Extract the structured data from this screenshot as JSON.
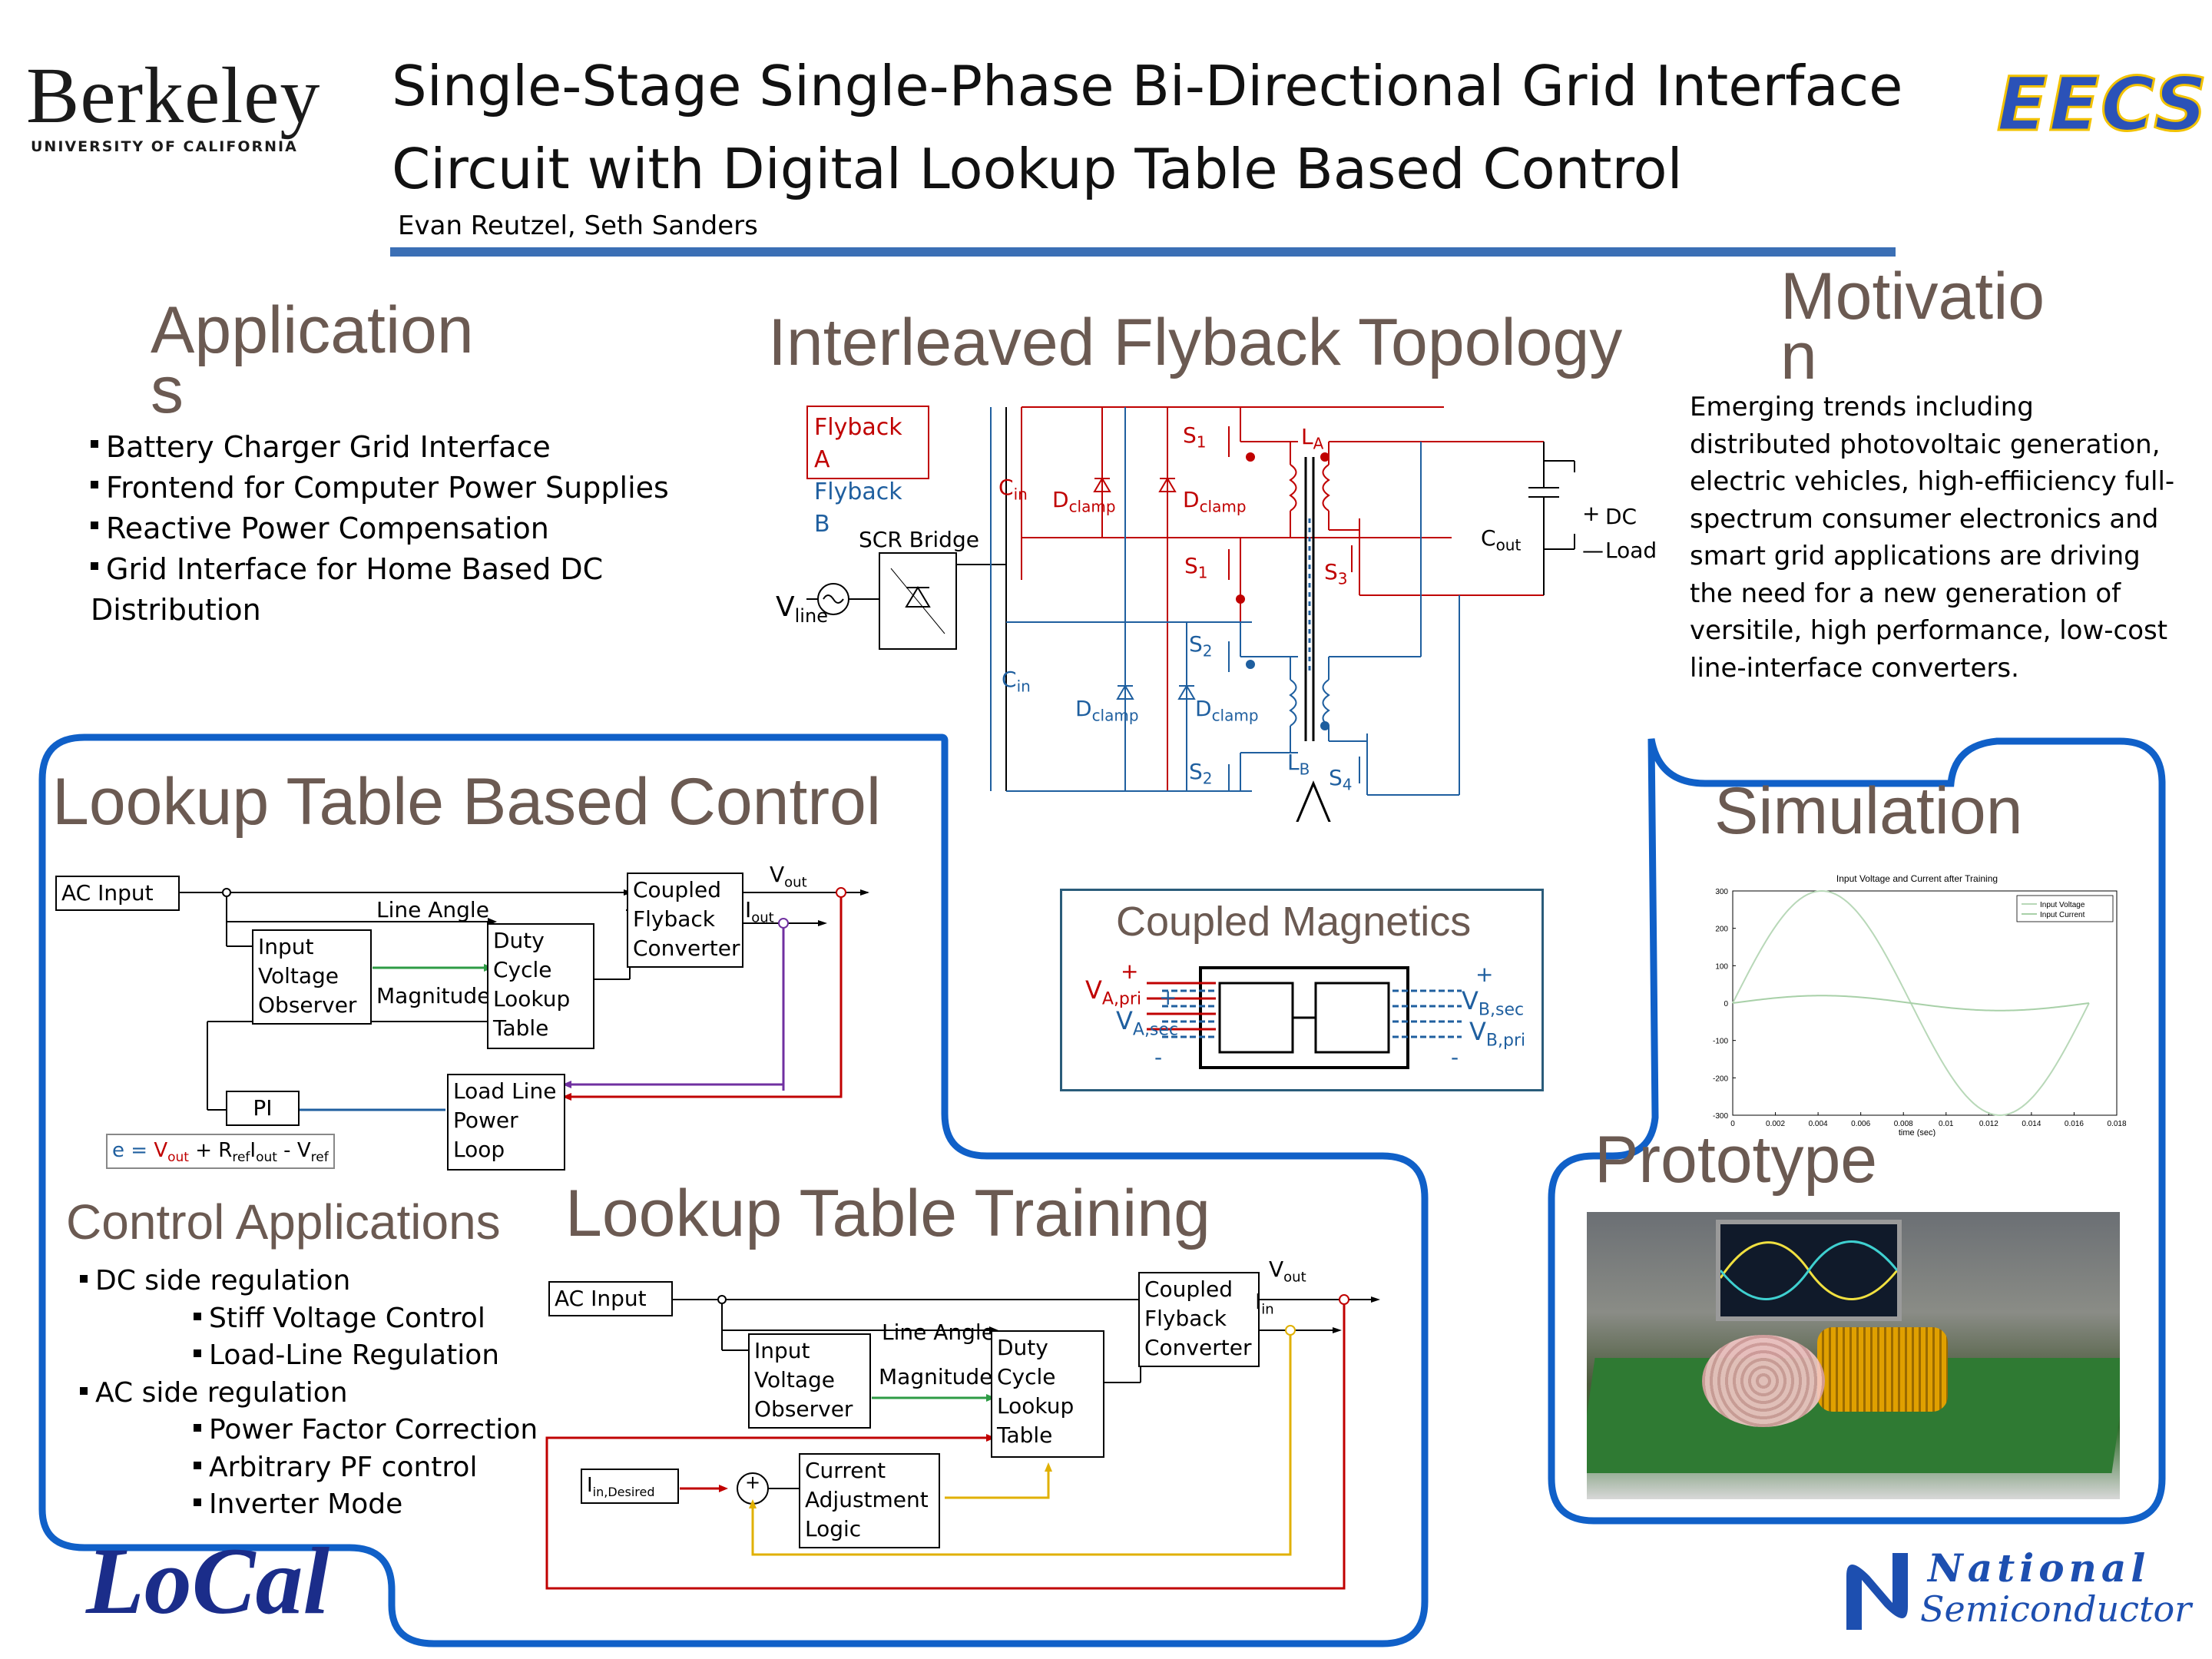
{
  "header": {
    "berkeley": "Berkeley",
    "uc": "UNIVERSITY OF CALIFORNIA",
    "title_line1": "Single-Stage Single-Phase Bi-Directional Grid Interface",
    "title_line2": "Circuit with Digital Lookup Table Based Control",
    "authors": "Evan Reutzel, Seth Sanders",
    "eecs": "EECS",
    "accent": "#3b6fb5"
  },
  "applications": {
    "title_a": "Application",
    "title_b": "s",
    "items": [
      "Battery Charger Grid Interface",
      "Frontend for Computer Power Supplies",
      "Reactive Power Compensation",
      "Grid Interface for Home Based DC"
    ],
    "tail": "Distribution"
  },
  "topology": {
    "title": "Interleaved Flyback Topology",
    "legend_a": "Flyback A",
    "legend_b": "Flyback B",
    "scr": "SCR Bridge",
    "vline": "V",
    "vline_sub": "line",
    "cin": "C",
    "cin_sub": "in",
    "d": "D",
    "d_sub": "clamp",
    "s1": "S",
    "s1_sub": "1",
    "s2": "S",
    "s2_sub": "2",
    "s3": "S",
    "s3_sub": "3",
    "s4": "S",
    "s4_sub": "4",
    "la": "L",
    "la_sub": "A",
    "lb": "L",
    "lb_sub": "B",
    "cout": "C",
    "cout_sub": "out",
    "dc": "DC",
    "load": "Load",
    "plus": "+",
    "minus": "—",
    "red": "#c00000",
    "blue": "#1f5f9f"
  },
  "magnetics": {
    "title": "Coupled Magnetics",
    "vapri": "V",
    "vapri_sub": "A,pri",
    "vasec": "V",
    "vasec_sub": "A,sec",
    "vbsec": "V",
    "vbsec_sub": "B,sec",
    "vbpri": "V",
    "vbpri_sub": "B,pri",
    "plus": "+",
    "minus": "-"
  },
  "motivation": {
    "title_a": "Motivatio",
    "title_b": "n",
    "body": "Emerging trends including distributed photovoltaic generation, electric vehicles, high-effiiciency full-spectrum consumer electronics and smart grid applications are driving the need for a new generation of versitile, high performance, low-cost line-interface converters."
  },
  "lookup_control": {
    "title": "Lookup Table Based Control",
    "ac_input": "AC Input",
    "line_angle": "Line Angle",
    "observer": [
      "Input",
      "Voltage",
      "Observer"
    ],
    "magnitude": "Magnitude",
    "duty": [
      "Duty",
      "Cycle",
      "Lookup",
      "Table"
    ],
    "flyback": [
      "Coupled",
      "Flyback",
      "Converter"
    ],
    "vout": "V",
    "vout_sub": "out",
    "iout": "I",
    "iout_sub": "out",
    "pi": "PI",
    "loadline": [
      "Load Line",
      "Power",
      "Loop"
    ],
    "eq_e": "e = ",
    "eq_v": "V",
    "eq_vsub": "out",
    "eq_plus": " + R",
    "eq_rsub": "ref",
    "eq_i": "I",
    "eq_isub": "out",
    "eq_minus": " - V",
    "eq_refsub": "ref"
  },
  "control_apps": {
    "title": "Control Applications",
    "dc": "DC side regulation",
    "dc_items": [
      "Stiff Voltage Control",
      "Load-Line Regulation"
    ],
    "ac": "AC side regulation",
    "ac_items": [
      "Power Factor Correction",
      "Arbitrary PF control",
      "Inverter Mode"
    ]
  },
  "training": {
    "title": "Lookup Table Training",
    "ac_input": "AC Input",
    "line_angle": "Line Angle",
    "observer": [
      "Input",
      "Voltage",
      "Observer"
    ],
    "magnitude": "Magnitude",
    "duty": [
      "Duty",
      "Cycle",
      "Lookup",
      "Table"
    ],
    "flyback": [
      "Coupled",
      "Flyback",
      "Converter"
    ],
    "vout": "V",
    "vout_sub": "out",
    "iin": "I",
    "iin_sub": "in",
    "idesired": "I",
    "idesired_sub": "in,Desired",
    "sum": "+",
    "current": [
      "Current",
      "Adjustment",
      "Logic"
    ]
  },
  "simulation": {
    "title": "Simulation"
  },
  "prototype": {
    "title": "Prototype"
  },
  "footer": {
    "local": "LoCal",
    "national": "National",
    "semiconductor": "Semiconductor"
  },
  "chart_data": {
    "type": "line",
    "title": "Input Voltage and Current after Training",
    "xlabel": "time (sec)",
    "ylabel": "",
    "xlim": [
      0,
      0.018
    ],
    "ylim": [
      -300,
      300
    ],
    "x_ticks": [
      0,
      0.002,
      0.004,
      0.006,
      0.008,
      0.01,
      0.012,
      0.014,
      0.016,
      0.018
    ],
    "y_ticks": [
      300,
      200,
      100,
      0,
      -100,
      -200,
      -300
    ],
    "legend_position": "top-right",
    "series": [
      {
        "name": "Input Voltage",
        "amplitude": 300,
        "period": 0.0167,
        "color": "#b8d8b8",
        "x": [
          0,
          0.002,
          0.004,
          0.006,
          0.008,
          0.01,
          0.012,
          0.014,
          0.016
        ],
        "values": [
          0,
          205,
          299,
          244,
          52,
          -166,
          -291,
          -271,
          -100
        ]
      },
      {
        "name": "Input Current",
        "amplitude": 20,
        "period": 0.0167,
        "color": "#a8d0a8",
        "x": [
          0,
          0.002,
          0.004,
          0.006,
          0.008,
          0.01,
          0.012,
          0.014,
          0.016
        ],
        "values": [
          0,
          14,
          20,
          16,
          3,
          -11,
          -19,
          -18,
          -7
        ]
      }
    ]
  }
}
